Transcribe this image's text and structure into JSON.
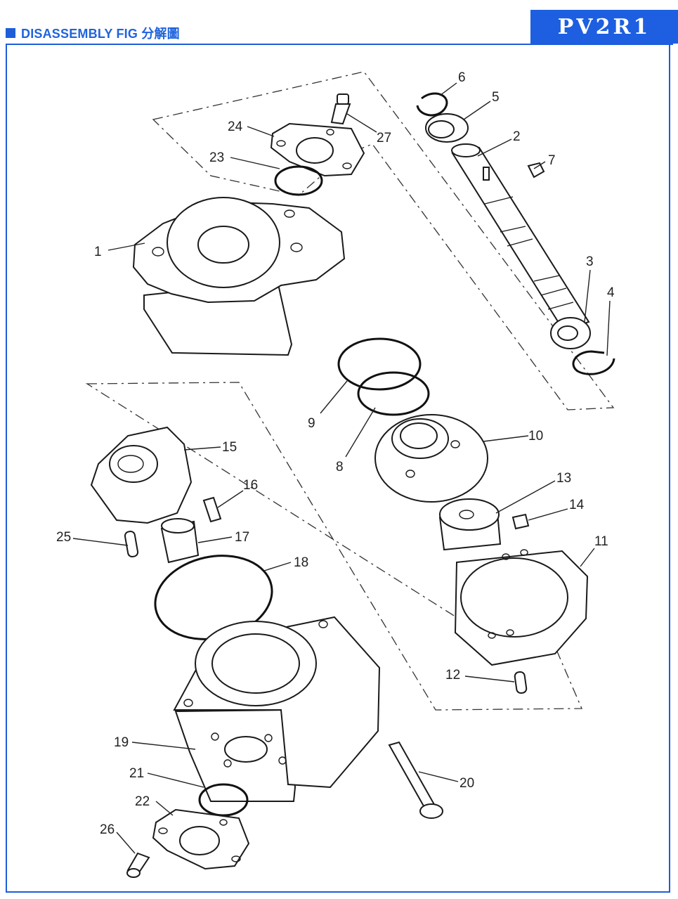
{
  "header": {
    "title": "DISASSEMBLY FIG 分解圖",
    "model": "PV2R1"
  },
  "labels": [
    {
      "id": "1",
      "text": "1"
    },
    {
      "id": "2",
      "text": "2"
    },
    {
      "id": "3",
      "text": "3"
    },
    {
      "id": "4",
      "text": "4"
    },
    {
      "id": "5",
      "text": "5"
    },
    {
      "id": "6",
      "text": "6"
    },
    {
      "id": "7",
      "text": "7"
    },
    {
      "id": "8",
      "text": "8"
    },
    {
      "id": "9",
      "text": "9"
    },
    {
      "id": "10",
      "text": "10"
    },
    {
      "id": "11",
      "text": "11"
    },
    {
      "id": "12",
      "text": "12"
    },
    {
      "id": "13",
      "text": "13"
    },
    {
      "id": "14",
      "text": "14"
    },
    {
      "id": "15",
      "text": "15"
    },
    {
      "id": "16",
      "text": "16"
    },
    {
      "id": "17",
      "text": "17"
    },
    {
      "id": "18",
      "text": "18"
    },
    {
      "id": "19",
      "text": "19"
    },
    {
      "id": "20",
      "text": "20"
    },
    {
      "id": "21",
      "text": "21"
    },
    {
      "id": "22",
      "text": "22"
    },
    {
      "id": "23",
      "text": "23"
    },
    {
      "id": "24",
      "text": "24"
    },
    {
      "id": "25",
      "text": "25"
    },
    {
      "id": "26",
      "text": "26"
    },
    {
      "id": "27",
      "text": "27"
    }
  ]
}
